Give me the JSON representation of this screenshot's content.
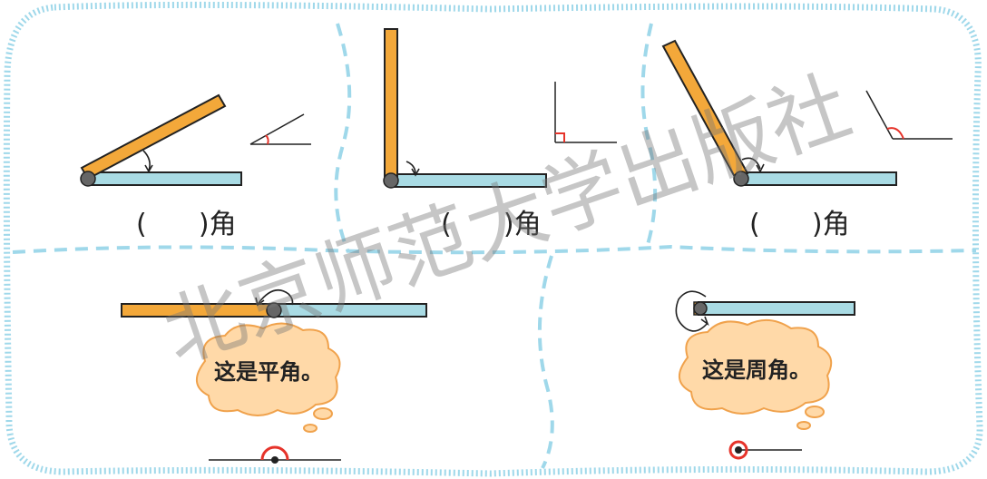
{
  "panels": [
    {
      "label": "(      )角"
    },
    {
      "label": "(      )角"
    },
    {
      "label": "(      )角"
    }
  ],
  "bubbles": {
    "straight": "这是平角。",
    "round": "这是周角。"
  },
  "watermark": "北京师范大学出版社",
  "colors": {
    "frame_dots": "#9fd8ea",
    "dashed_divider": "#9fd8ea",
    "fixed_bar": "#a9dbe4",
    "moving_bar": "#f3a83a",
    "bubble_fill": "#ffd9a8",
    "bubble_stroke": "#f0a24c",
    "angle_mark": "#e6332a"
  }
}
